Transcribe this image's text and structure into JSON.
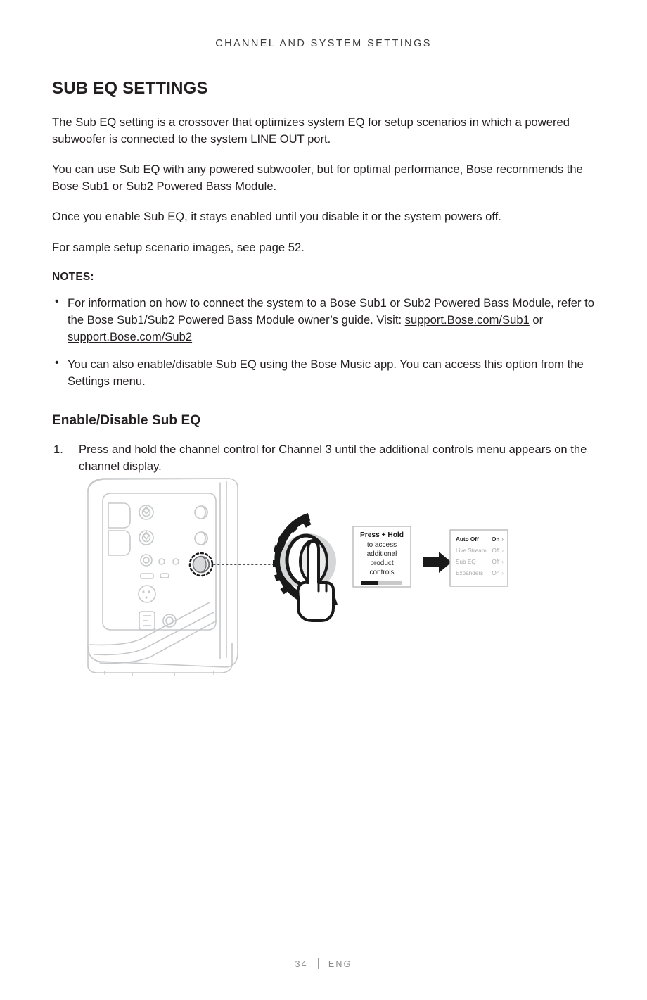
{
  "header": {
    "title": "CHANNEL AND SYSTEM SETTINGS"
  },
  "section": {
    "title": "SUB EQ SETTINGS",
    "paragraphs": [
      "The Sub EQ setting is a crossover that optimizes system EQ for setup scenarios in which a powered subwoofer is connected to the system LINE OUT port.",
      "You can use Sub EQ with any powered subwoofer, but for optimal performance, Bose recommends the Bose Sub1 or Sub2 Powered Bass Module.",
      "Once you enable Sub EQ, it stays enabled until you disable it or the system powers off.",
      "For sample setup scenario images, see page 52."
    ]
  },
  "notes": {
    "label": "NOTES:",
    "bullet_glyph": "•",
    "items": [
      {
        "text_before": "For information on how to connect the system to a Bose Sub1 or Sub2 Powered Bass Module, refer to the Bose Sub1/Sub2 Powered Bass Module owner’s guide. Visit: ",
        "link1": "support.Bose.com/Sub1",
        "text_middle": " or ",
        "link2": "support.Bose.com/Sub2",
        "text_after": ""
      },
      {
        "text_before": "You can also enable/disable Sub EQ using the Bose Music app. You can access this option from the Settings menu.",
        "link1": "",
        "text_middle": "",
        "link2": "",
        "text_after": ""
      }
    ]
  },
  "subsection": {
    "title": "Enable/Disable Sub EQ",
    "steps": [
      {
        "number": "1.",
        "text": "Press and hold the channel control for Channel 3 until the additional controls menu appears on the channel display."
      }
    ]
  },
  "figure": {
    "name": "press-and-hold-channel-3-illustration",
    "callout": {
      "title": "Press + Hold",
      "lines": [
        "to access",
        "additional",
        "product",
        "controls"
      ],
      "progress_percent": 42
    },
    "menu": {
      "rows": [
        {
          "label": "Auto Off",
          "value": "On",
          "active": true
        },
        {
          "label": "Live Stream",
          "value": "Off",
          "active": false
        },
        {
          "label": "Sub EQ",
          "value": "Off",
          "active": false
        },
        {
          "label": "Expanders",
          "value": "On",
          "active": false
        }
      ],
      "chevron_glyph": "›"
    }
  },
  "footer": {
    "page_number": "34",
    "language": "ENG"
  },
  "colors": {
    "text": "#231f20",
    "header_rule": "#3b3b3b",
    "footer_text": "#8a8a8a",
    "device_outline": "#c6c8ca",
    "highlight_dark": "#1a1a1a",
    "menu_muted": "#a9a9a9",
    "progress_fill": "#1a1a1a",
    "progress_track": "#c9c9c9"
  }
}
